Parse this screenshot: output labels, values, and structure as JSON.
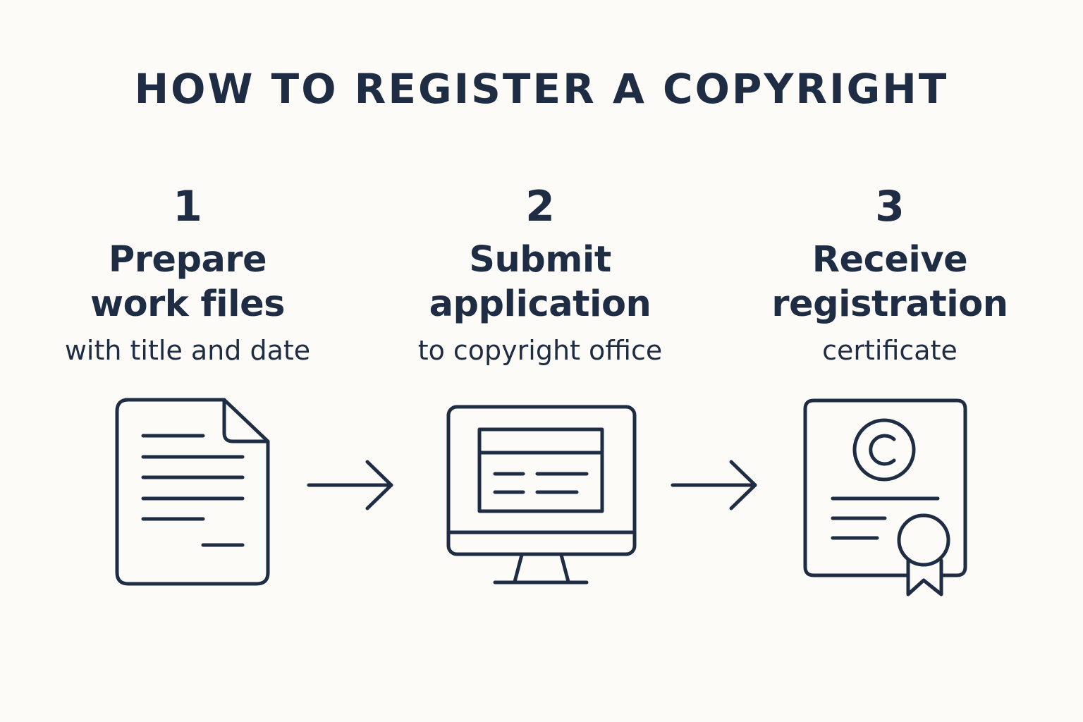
{
  "title": "HOW TO REGISTER A COPYRIGHT",
  "steps": [
    {
      "number": "1",
      "heading_line1": "Prepare",
      "heading_line2": "work files",
      "subtitle": "with title and date",
      "icon": "document-icon"
    },
    {
      "number": "2",
      "heading_line1": "Submit",
      "heading_line2": "application",
      "subtitle": "to copyright office",
      "icon": "computer-monitor-icon"
    },
    {
      "number": "3",
      "heading_line1": "Receive",
      "heading_line2": "registration",
      "subtitle": "certificate",
      "icon": "certificate-icon"
    }
  ],
  "colors": {
    "background": "#fcfbf7",
    "ink": "#1f2d44"
  }
}
